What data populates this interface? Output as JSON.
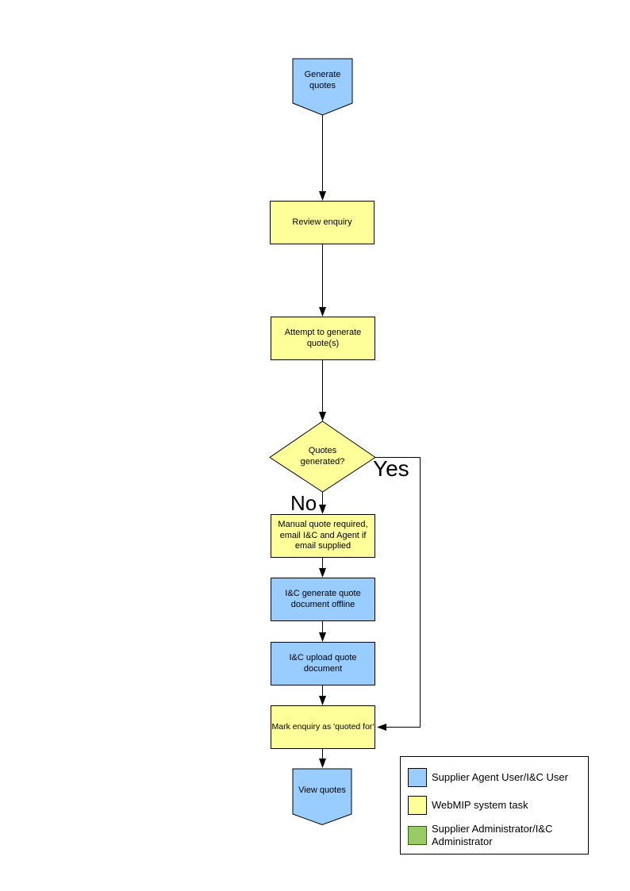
{
  "page": {
    "background": "#FFFFFF"
  },
  "colors": {
    "actor_blue": "#99CCFF",
    "system_yellow": "#FFFF99",
    "admin_green": "#99CC66",
    "admin_green_border": "#336600",
    "line_black": "#000000"
  },
  "flowchart": {
    "nodes": [
      {
        "id": "start",
        "shape": "pentagon-down",
        "role": "actor_blue",
        "label": "Generate quotes"
      },
      {
        "id": "review-enquiry",
        "shape": "process",
        "role": "system_yellow",
        "label": "Review enquiry"
      },
      {
        "id": "attempt-generate",
        "shape": "process",
        "role": "system_yellow",
        "label": "Attempt to generate quote(s)"
      },
      {
        "id": "quotes-generated",
        "shape": "decision",
        "role": "system_yellow",
        "label": "Quotes generated?"
      },
      {
        "id": "manual-quote",
        "shape": "process",
        "role": "system_yellow",
        "label": "Manual quote required, email I&C and Agent if email supplied"
      },
      {
        "id": "ic-generate-offline",
        "shape": "process",
        "role": "actor_blue",
        "label": "I&C generate quote document offline"
      },
      {
        "id": "ic-upload",
        "shape": "process",
        "role": "actor_blue",
        "label": "I&C upload quote document"
      },
      {
        "id": "mark-quoted",
        "shape": "process",
        "role": "system_yellow",
        "label": "Mark enquiry as 'quoted for'"
      },
      {
        "id": "end",
        "shape": "pentagon-down",
        "role": "actor_blue",
        "label": "View quotes"
      }
    ],
    "edge_labels": {
      "yes": "Yes",
      "no": "No"
    }
  },
  "legend": {
    "items": [
      {
        "label": "Supplier Agent User/I&C User",
        "swatch": "actor_blue"
      },
      {
        "label": "WebMIP system task",
        "swatch": "system_yellow"
      },
      {
        "label": "Supplier Administrator/I&C Administrator",
        "swatch": "admin_green"
      }
    ]
  }
}
